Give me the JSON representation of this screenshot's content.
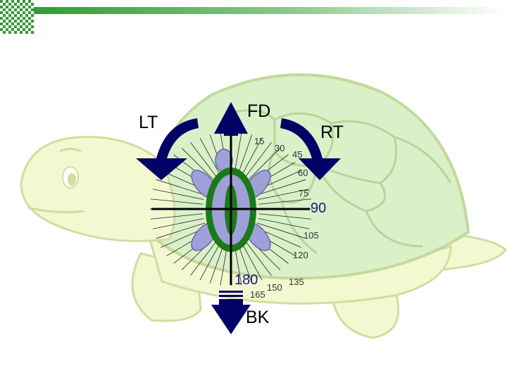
{
  "labels": {
    "forward": "FD",
    "left": "LT",
    "right": "RT",
    "back": "BK"
  },
  "degrees": {
    "d15": "15",
    "d30": "30",
    "d45": "45",
    "d60": "60",
    "d75": "75",
    "d90": "90",
    "d105": "105",
    "d120": "120",
    "d135": "135",
    "d150": "150",
    "d165": "165",
    "d180": "180"
  },
  "colors": {
    "header_bar": "#339933",
    "arrow": "#000066",
    "shell": "#d9f0c8",
    "turtle_body": "#f4f8d0",
    "ring": "#1a7a1a",
    "leg": "#a0a0d8",
    "axis": "#000000"
  }
}
